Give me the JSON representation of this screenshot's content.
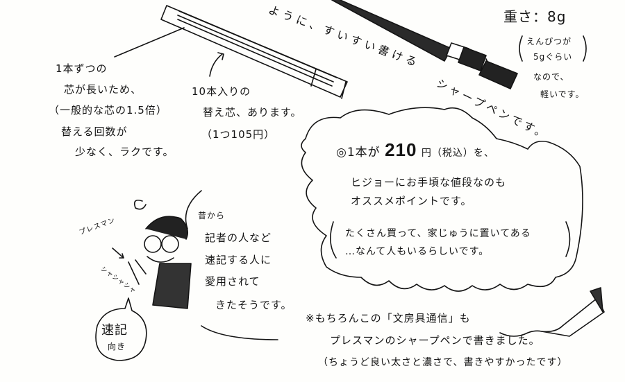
{
  "headline": {
    "part1": "ように、すいすい書ける",
    "part2": "シャープペンです。"
  },
  "weight": {
    "title": "重さ：8g",
    "note_line1": "えんぴつが",
    "note_line2": "5gぐらい",
    "line3": "なので、",
    "line4": "軽いです。"
  },
  "lead_note": [
    "1本ずつの",
    "芯が長いため、",
    "（一般的な芯の1.5倍）",
    "替える回数が",
    "少なく、ラクです。"
  ],
  "refill_note": [
    "10本入りの",
    "替え芯、あります。",
    "（1つ105円）"
  ],
  "cloud": {
    "price_prefix": "◎1本が",
    "price": "210",
    "price_suffix": "円（税込）を、",
    "line2": "ヒジョーにお手頃な値段なのも",
    "line3": "オススメポイントです。",
    "aside1": "たくさん買って、家じゅうに置いてある",
    "aside2": "…なんて人もいるらしいです。"
  },
  "illustration": {
    "pen_label": "プレスマン",
    "sound": "シャシャシャ",
    "bubble_line1": "速記",
    "bubble_line2": "向き"
  },
  "reporter_note": [
    "昔から",
    "記者の人など",
    "速記する人に",
    "愛用されて",
    "きたそうです。"
  ],
  "footer": [
    "※もちろんこの「文房具通信」も",
    "プレスマンのシャープペンで書きました。",
    "（ちょうど良い太さと濃さで、書きやすかったです）"
  ]
}
